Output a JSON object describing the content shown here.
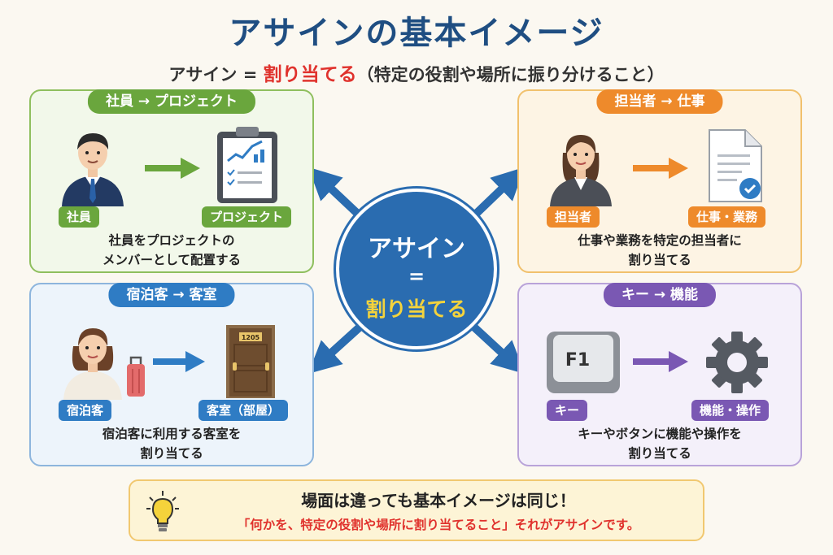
{
  "title": "アサインの基本イメージ",
  "subtitle": {
    "prefix": "アサイン = ",
    "highlight": "割り当てる",
    "suffix": "（特定の役割や場所に振り分けること）"
  },
  "center": {
    "line1": "アサイン",
    "line2": "=",
    "line3": "割り当てる"
  },
  "cards": {
    "employee": {
      "header": "社員 → プロジェクト",
      "left_label": "社員",
      "right_label": "プロジェクト",
      "desc1": "社員をプロジェクトの",
      "desc2": "メンバーとして配置する"
    },
    "person": {
      "header": "担当者 → 仕事",
      "left_label": "担当者",
      "right_label": "仕事・業務",
      "desc1": "仕事や業務を特定の担当者に",
      "desc2": "割り当てる"
    },
    "guest": {
      "header": "宿泊客 → 客室",
      "left_label": "宿泊客",
      "right_label": "客室（部屋）",
      "door_number": "1205",
      "desc1": "宿泊客に利用する客室を",
      "desc2": "割り当てる"
    },
    "key": {
      "header": "キー → 機能",
      "left_label": "キー",
      "right_label": "機能・操作",
      "key_text": "F1",
      "desc1": "キーやボタンに機能や操作を",
      "desc2": "割り当てる"
    }
  },
  "bottom": {
    "line1": "場面は違っても基本イメージは同じ！",
    "line2": "「何かを、特定の役割や場所に割り当てること」それがアサインです。"
  },
  "icons": [
    "businessman-icon",
    "clipboard-chart-icon",
    "businesswoman-icon",
    "document-check-icon",
    "guest-woman-icon",
    "suitcase-icon",
    "hotel-door-icon",
    "keyboard-key-icon",
    "gear-icon",
    "lightbulb-icon"
  ],
  "colors": {
    "green": "#6aa63d",
    "orange": "#ee8a2b",
    "blue": "#2f7cc4",
    "purple": "#7a58b3",
    "center": "#2a6cb0",
    "highlight": "#e0322d"
  }
}
